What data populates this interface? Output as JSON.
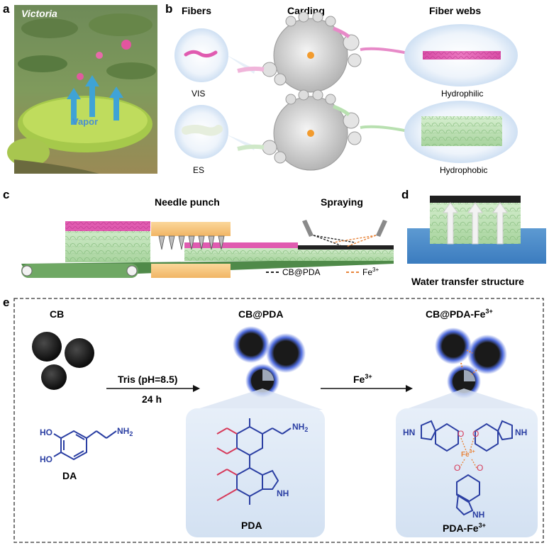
{
  "panels": {
    "a": {
      "letter": "a",
      "photo_label": "Victoria",
      "vapor_label": "Vapor"
    },
    "b": {
      "letter": "b",
      "col_fibers": "Fibers",
      "col_carding": "Carding",
      "col_webs": "Fiber webs",
      "row1_fiber": "VIS",
      "row1_web": "Hydrophilic",
      "row2_fiber": "ES",
      "row2_web": "Hydrophobic"
    },
    "c": {
      "letter": "c",
      "needle_punch": "Needle punch",
      "spraying": "Spraying",
      "legend_cbpda": "CB@PDA",
      "legend_fe": "Fe",
      "legend_fe_sup": "3+"
    },
    "d": {
      "letter": "d",
      "caption": "Water transfer structure"
    },
    "e": {
      "letter": "e",
      "cb_label": "CB",
      "cbpda_label": "CB@PDA",
      "cbpdafe_label": "CB@PDA-Fe",
      "cbpdafe_sup": "3+",
      "step1_top": "Tris (pH=8.5)",
      "step1_bottom": "24 h",
      "step2_top": "Fe",
      "step2_sup": "3+",
      "da_label": "DA",
      "pda_label": "PDA",
      "pdafe_label": "PDA-Fe",
      "pdafe_sup": "3+",
      "da_ho1": "HO",
      "da_ho2": "HO",
      "da_nh2": "NH",
      "da_nh2_sub": "2",
      "pda_nh": "NH",
      "pda_nh_sub": "2",
      "pda_nh_ring": "NH",
      "fe_center": "Fe",
      "fe_center_sup": "3+",
      "hn_left": "HN",
      "nh_right": "NH",
      "nh_bottom": "NH",
      "o_label": "O"
    }
  },
  "colors": {
    "molecule_blue": "#2b3fa3",
    "oxygen_red": "#d63a5a",
    "hydrophilic_pink": "#e05bb0",
    "hydrophobic_green": "#b8e0b0",
    "water_blue": "#4d8ec9",
    "arrow_cyan": "#3fa3d6",
    "fe_orange": "#e8843a",
    "pad_yellow": "#f7c878",
    "particle_black": "#1a1a1a",
    "halo_blue": "#3b5bd9"
  }
}
